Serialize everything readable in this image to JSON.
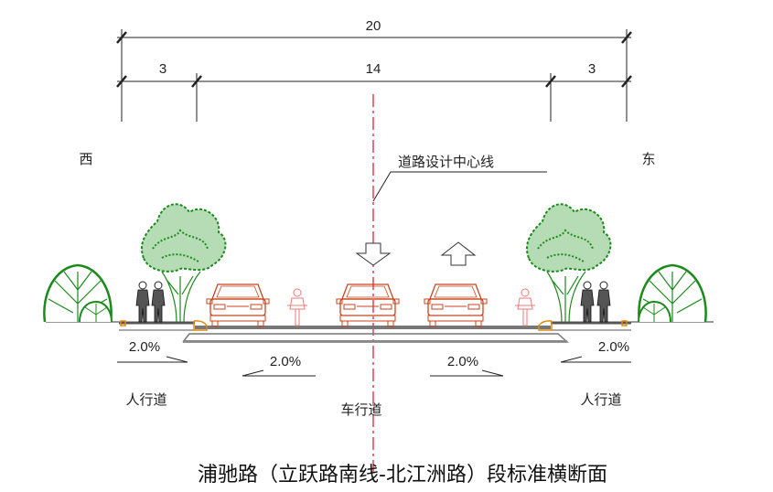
{
  "dimensions": {
    "total": "20",
    "left_sidewalk": "3",
    "carriageway": "14",
    "right_sidewalk": "3"
  },
  "directions": {
    "west": "西",
    "east": "东"
  },
  "centerline_label": "道路设计中心线",
  "slopes": {
    "left_sidewalk": "2.0%",
    "left_carriageway": "2.0%",
    "right_carriageway": "2.0%",
    "right_sidewalk": "2.0%"
  },
  "zones": {
    "left_sidewalk": "人行道",
    "carriageway": "车行道",
    "right_sidewalk": "人行道"
  },
  "title": "浦驰路（立跃路南线-北江洲路）段标准横断面",
  "colors": {
    "centerline": "#e0102a",
    "vehicle": "#c8461e",
    "bicycle": "#f07a7a",
    "tree": "#1a8a1a",
    "curb": "#e08a10"
  }
}
